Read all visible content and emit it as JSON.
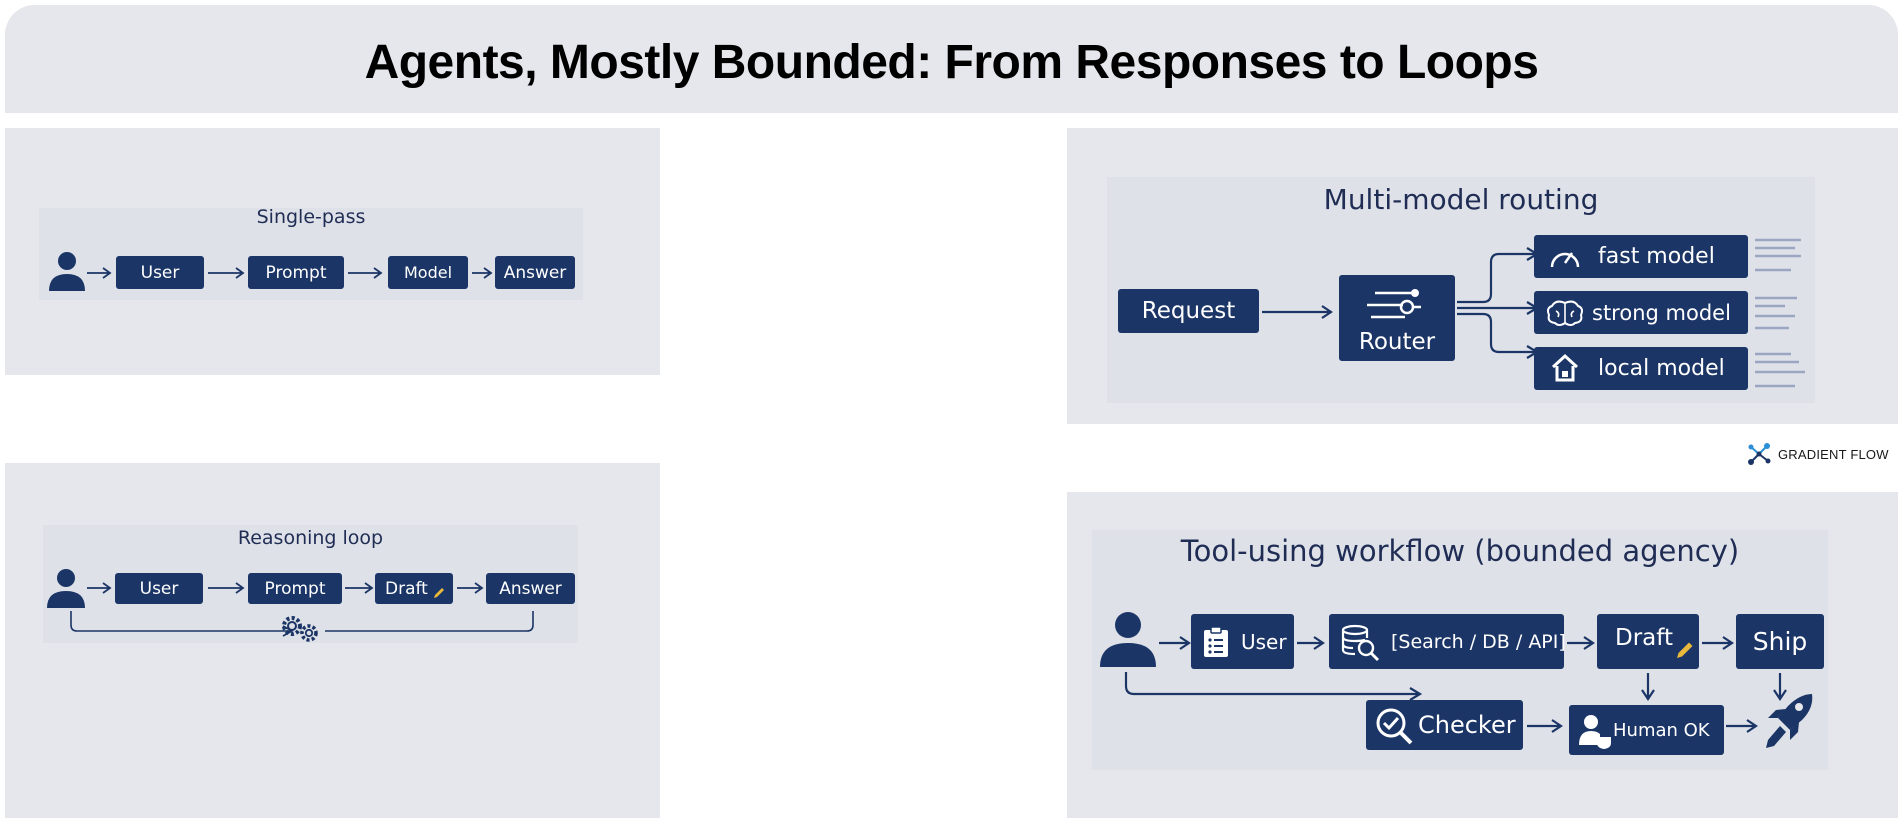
{
  "title": "Agents, Mostly Bounded: From Responses to Loops",
  "panels": {
    "single_pass": {
      "title": "Single-pass",
      "boxes": [
        "User",
        "Prompt",
        "Model",
        "Answer"
      ]
    },
    "reasoning_loop": {
      "title": "Reasoning loop",
      "boxes": [
        "User",
        "Prompt",
        "Draft",
        "Answer"
      ]
    },
    "routing": {
      "title": "Multi-model routing",
      "request": "Request",
      "router": "Router",
      "models": [
        "fast model",
        "strong model",
        "local model"
      ]
    },
    "tool_workflow": {
      "title": "Tool-using workflow (bounded agency)",
      "user": "User",
      "tools": "[Search / DB / API]",
      "draft": "Draft",
      "ship": "Ship",
      "checker": "Checker",
      "human": "Human OK"
    }
  },
  "brand": "GRADIENT FLOW",
  "colors": {
    "navy": "#1b3566",
    "panel": "#e6e7ec",
    "text": "#1f2d55"
  }
}
